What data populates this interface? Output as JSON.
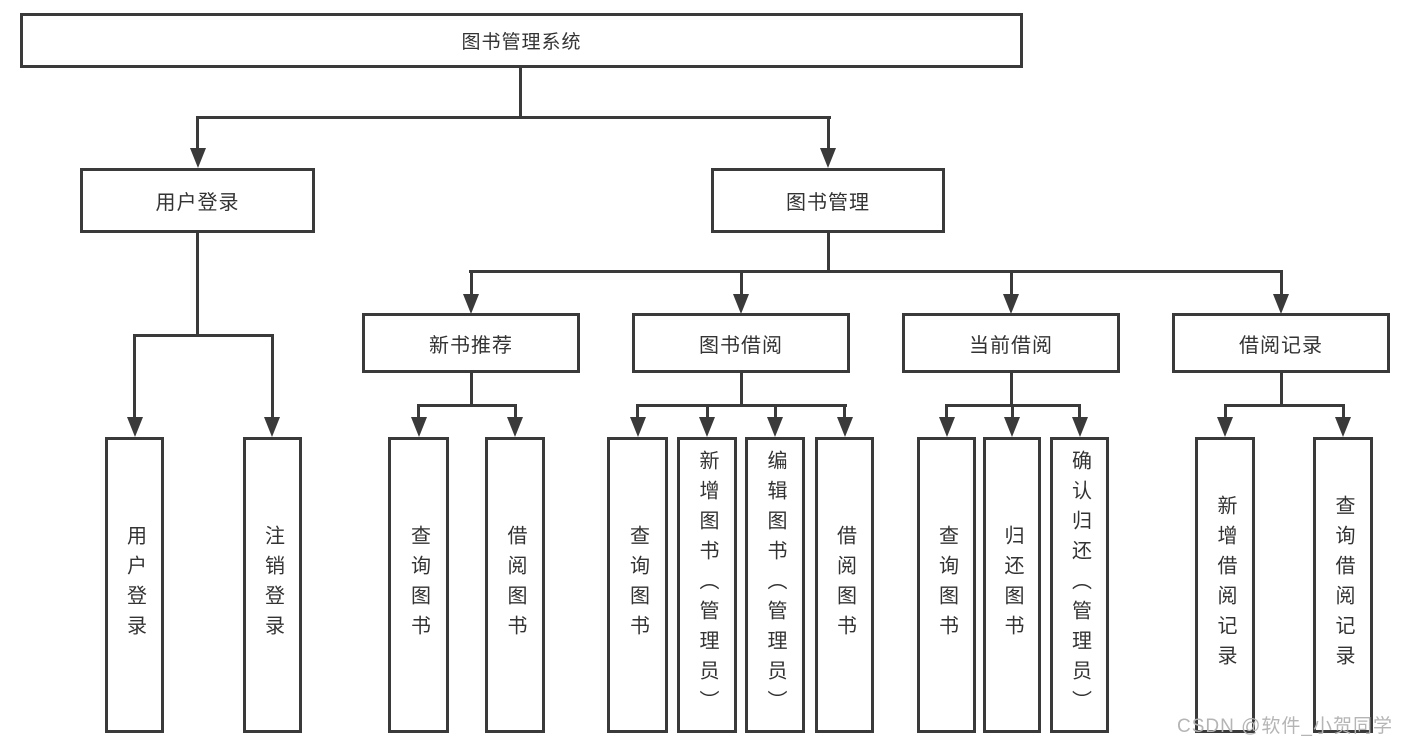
{
  "title": "图书管理系统",
  "colors": {
    "line": "#3a3a3a",
    "text": "#333333",
    "background": "#ffffff",
    "watermark": "#b5b5b5"
  },
  "watermark": {
    "text": "CSDN @软件_小贺同学"
  },
  "tree": {
    "root": {
      "label": "图书管理系统"
    },
    "branches": [
      {
        "label": "用户登录",
        "children": [
          {
            "label": "用户登录"
          },
          {
            "label": "注销登录"
          }
        ]
      },
      {
        "label": "图书管理",
        "children": [
          {
            "label": "新书推荐",
            "children": [
              {
                "label": "查询图书"
              },
              {
                "label": "借阅图书"
              }
            ]
          },
          {
            "label": "图书借阅",
            "children": [
              {
                "label": "查询图书"
              },
              {
                "label": "新增图书（管理员）"
              },
              {
                "label": "编辑图书（管理员）"
              },
              {
                "label": "借阅图书"
              }
            ]
          },
          {
            "label": "当前借阅",
            "children": [
              {
                "label": "查询图书"
              },
              {
                "label": "归还图书"
              },
              {
                "label": "确认归还（管理员）"
              }
            ]
          },
          {
            "label": "借阅记录",
            "children": [
              {
                "label": "新增借阅记录"
              },
              {
                "label": "查询借阅记录"
              }
            ]
          }
        ]
      }
    ]
  }
}
